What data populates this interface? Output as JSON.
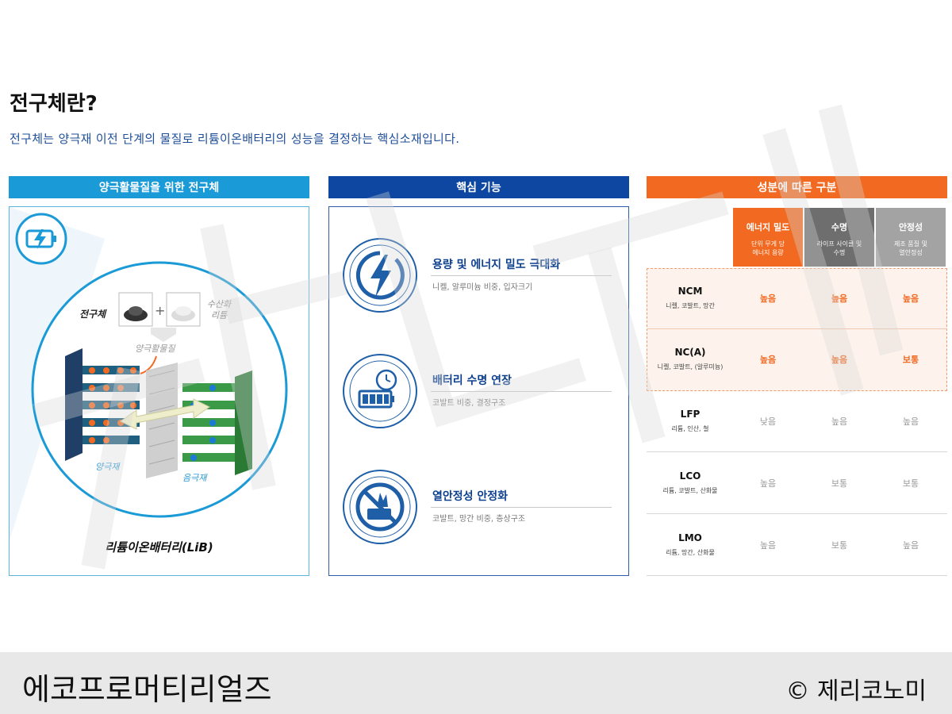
{
  "header": {
    "title": "전구체란?",
    "subtitle": "전구체는 양극재 이전 단계의 물질로 리튬이온배터리의 성능을 결정하는 핵심소재입니다."
  },
  "panel1": {
    "header": "양극활물질을 위한 전구체",
    "precursor_label": "전구체",
    "plus": "+",
    "lioh_label": "수산화\n리튬",
    "active_label": "양극활물질",
    "cathode_label": "양극재",
    "anode_label": "음극재",
    "battery_label": "리튬이온배터리(LiB)"
  },
  "panel2": {
    "header": "핵심 기능",
    "items": [
      {
        "title": "용량 및 에너지 밀도 극대화",
        "desc": "니켈, 알루미늄 비중, 입자크기",
        "icon": "lightning-icon"
      },
      {
        "title": "배터리 수명 연장",
        "desc": "코발트 비중, 결정구조",
        "icon": "battery-timer-icon"
      },
      {
        "title": "열안정성 안정화",
        "desc": "코발트, 망간 비중, 층상구조",
        "icon": "no-fire-icon"
      }
    ]
  },
  "panel3": {
    "header": "성분에 따른 구분",
    "columns": [
      {
        "name": "에너지 밀도",
        "desc": "단위 무게 당\n에너지 용량"
      },
      {
        "name": "수명",
        "desc": "라이프 사이클 및\n수명"
      },
      {
        "name": "안정성",
        "desc": "제조 품질 및\n열안정성"
      }
    ],
    "rows": [
      {
        "name": "NCM",
        "composition": "니켈, 코발트, 망간",
        "values": [
          "높음",
          "높음",
          "높음"
        ]
      },
      {
        "name": "NC(A)",
        "composition": "니켈, 코발트, (알루미늄)",
        "values": [
          "높음",
          "높음",
          "보통"
        ]
      },
      {
        "name": "LFP",
        "composition": "리튬, 인산, 철",
        "values": [
          "낮음",
          "높음",
          "높음"
        ]
      },
      {
        "name": "LCO",
        "composition": "리튬, 코발트, 산화물",
        "values": [
          "높음",
          "보통",
          "보통"
        ]
      },
      {
        "name": "LMO",
        "composition": "리튬, 망간, 산화물",
        "values": [
          "높음",
          "보통",
          "높음"
        ]
      }
    ]
  },
  "footer": {
    "company": "에코프로머티리얼즈",
    "copyright": "© 제리코노미"
  },
  "colors": {
    "blue_light": "#1a9ad6",
    "blue_dark": "#0d47a1",
    "orange": "#f26a21",
    "gray_dark": "#6e6e6e",
    "gray_light": "#a3a3a3"
  }
}
